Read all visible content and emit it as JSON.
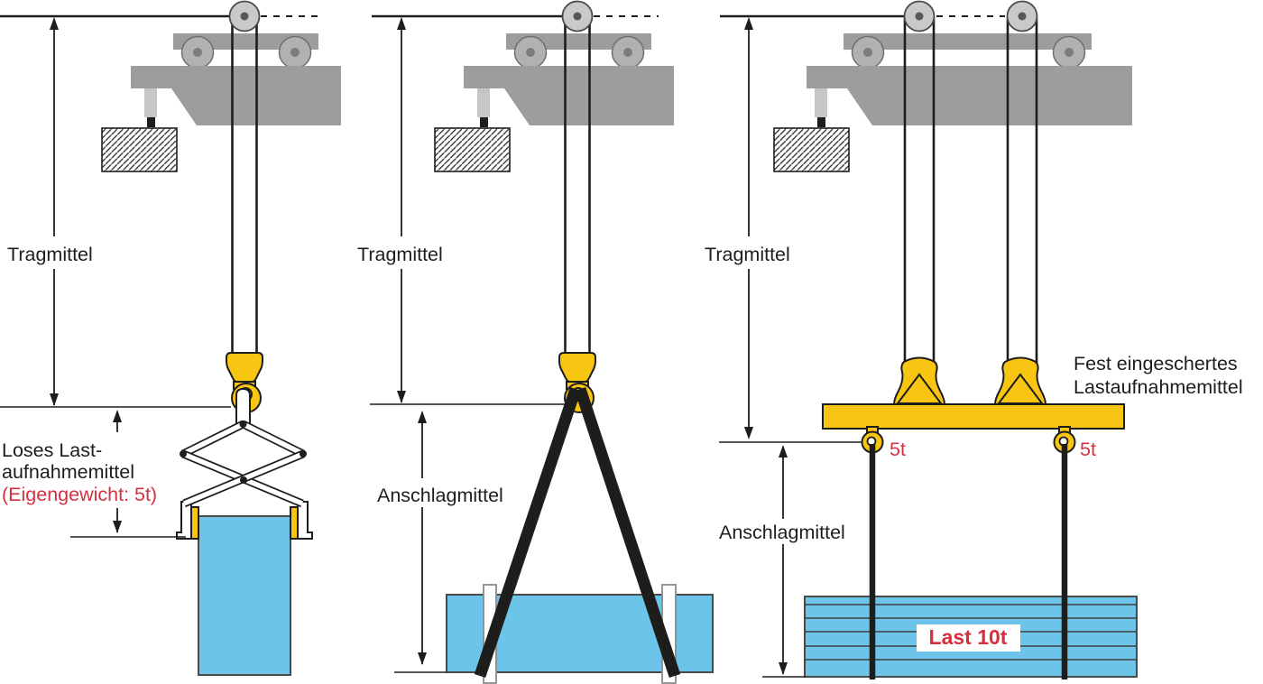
{
  "colors": {
    "accent_yellow": "#f9c513",
    "load_blue": "#6cc4e8",
    "machine_gray": "#9d9d9c",
    "machine_gray_light": "#c6c6c6",
    "wheel_gray": "#b1b1b0",
    "outline_black": "#1d1d1b",
    "label_red": "#d6303f",
    "text_black": "#1d1d1b"
  },
  "diagrams": {
    "left": {
      "labels": {
        "tragmittel": "Tragmittel",
        "device_line1": "Loses Last-",
        "device_line2": "aufnahmemittel",
        "device_line3": "(Eigengewicht: 5t)"
      }
    },
    "middle": {
      "labels": {
        "tragmittel": "Tragmittel",
        "anschlagmittel": "Anschlagmittel"
      }
    },
    "right": {
      "labels": {
        "tragmittel": "Tragmittel",
        "anschlagmittel": "Anschlagmittel",
        "device_line1": "Fest eingeschertes",
        "device_line2": "Lastaufnahmemittel",
        "hook_left_capacity": "5t",
        "hook_right_capacity": "5t",
        "load": "Last 10t"
      }
    }
  }
}
